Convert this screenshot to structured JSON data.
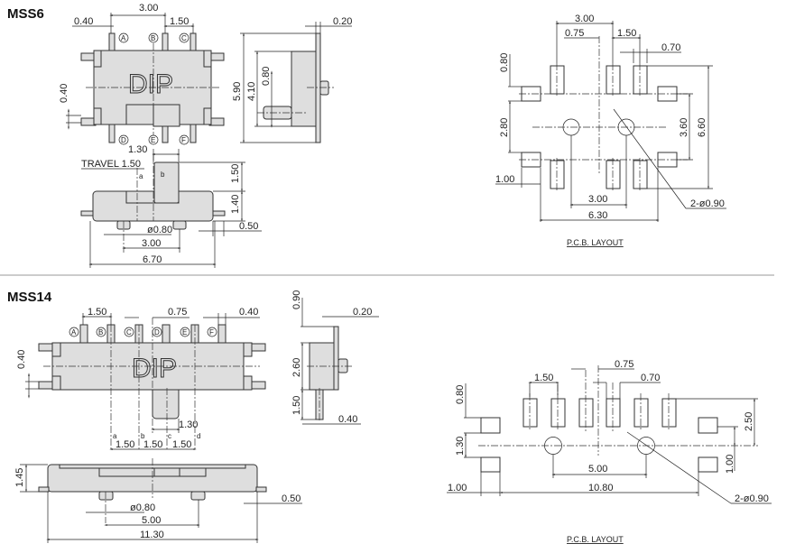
{
  "mss6": {
    "title": "MSS6",
    "top": {
      "pitch": "3.00",
      "pin_w": "0.40",
      "pitch2": "1.50",
      "tab": "0.40",
      "dip": "DIP",
      "pins": [
        "A",
        "B",
        "C",
        "D",
        "E",
        "F"
      ]
    },
    "side": {
      "h": "5.90",
      "body": "4.10",
      "pin": "0.80",
      "plate": "0.20"
    },
    "front": {
      "travel": "TRAVEL 1.50",
      "knob_w": "1.30",
      "knob_h": "1.50",
      "body_h": "1.40",
      "lead": "0.50",
      "peg": "ø0.80",
      "peg_pitch": "3.00",
      "len": "6.70",
      "pos_a": "a",
      "pos_b": "b"
    }
  },
  "pcb6": {
    "d1": "3.00",
    "d2": "0.75",
    "d3": "1.50",
    "d4": "0.70",
    "d5": "0.80",
    "d6": "2.80",
    "d7": "3.60",
    "d8": "6.60",
    "d9": "1.00",
    "d10": "3.00",
    "d11": "6.30",
    "holes": "2-ø0.90",
    "caption": "P.C.B.  LAYOUT"
  },
  "mss14": {
    "title": "MSS14",
    "top": {
      "pitch": "1.50",
      "offset": "0.75",
      "pin_w": "0.40",
      "tab": "0.40",
      "dip": "DIP",
      "pins": [
        "A",
        "B",
        "C",
        "D",
        "E",
        "F"
      ],
      "knob_w": "1.30",
      "positions": [
        "a",
        "b",
        "c",
        "d"
      ],
      "steps": [
        "1.50",
        "1.50",
        "1.50"
      ]
    },
    "side": {
      "top": "0.90",
      "plate": "0.20",
      "body": "2.60",
      "pin": "1.50",
      "pin_w": "0.40"
    },
    "front": {
      "h": "1.45",
      "lead": "0.50",
      "peg": "ø0.80",
      "peg_pitch": "5.00",
      "len": "11.30"
    }
  },
  "pcb14": {
    "d1": "1.50",
    "d2": "0.75",
    "d3": "0.70",
    "d4": "0.80",
    "d5": "1.30",
    "d6": "2.50",
    "d7": "1.00",
    "d8": "1.00",
    "d9": "5.00",
    "d10": "10.80",
    "holes": "2-ø0.90",
    "caption": "P.C.B.  LAYOUT"
  }
}
